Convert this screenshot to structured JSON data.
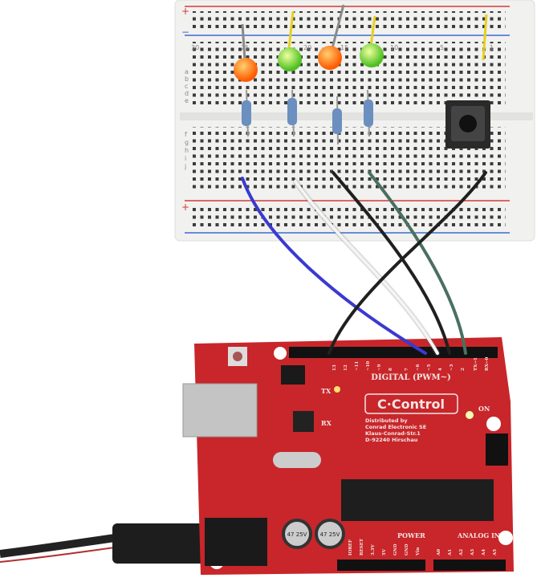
{
  "breadboard": {
    "row_letters_top": [
      "a",
      "b",
      "c",
      "d",
      "e"
    ],
    "row_letters_bottom": [
      "f",
      "g",
      "h",
      "i",
      "j"
    ],
    "column_numbers": [
      "30",
      "25",
      "20",
      "15",
      "10",
      "5",
      "1"
    ],
    "rail_plus": "+",
    "rail_minus": "−",
    "colors": {
      "rail_red": "#d23a3a",
      "rail_blue": "#3a6ad2"
    }
  },
  "components": {
    "leds": [
      {
        "color": "#ff6a10"
      },
      {
        "color": "#7de030"
      },
      {
        "color": "#ff6a10"
      },
      {
        "color": "#7de030"
      }
    ],
    "wire_colors": [
      "#3a3ad0",
      "#f4f4f4",
      "#202020",
      "#4a7060",
      "#202020"
    ],
    "capacitor_label": "47 25V"
  },
  "board": {
    "color": "#c8262a",
    "logo": "C·Control",
    "distributor": [
      "Distributed by",
      "Conrad Electronic SE",
      "Klaus-Conrad-Str.1",
      "D-92240 Hirschau"
    ],
    "digital_label": "DIGITAL (PWM~)",
    "digital_pins": [
      "13",
      "12",
      "~11",
      "~10",
      "~9",
      "8",
      "7",
      "~6",
      "~5",
      "4",
      "~3",
      "2",
      "TX→1",
      "RX←0"
    ],
    "tx_label": "TX",
    "rx_label": "RX",
    "on_label": "ON",
    "power_label": "POWER",
    "power_pins": [
      "IOREF",
      "RESET",
      "3.3V",
      "5V",
      "GND",
      "GND",
      "Vin"
    ],
    "analog_label": "ANALOG IN",
    "analog_pins": [
      "A0",
      "A1",
      "A2",
      "A3",
      "A4",
      "A5"
    ]
  }
}
